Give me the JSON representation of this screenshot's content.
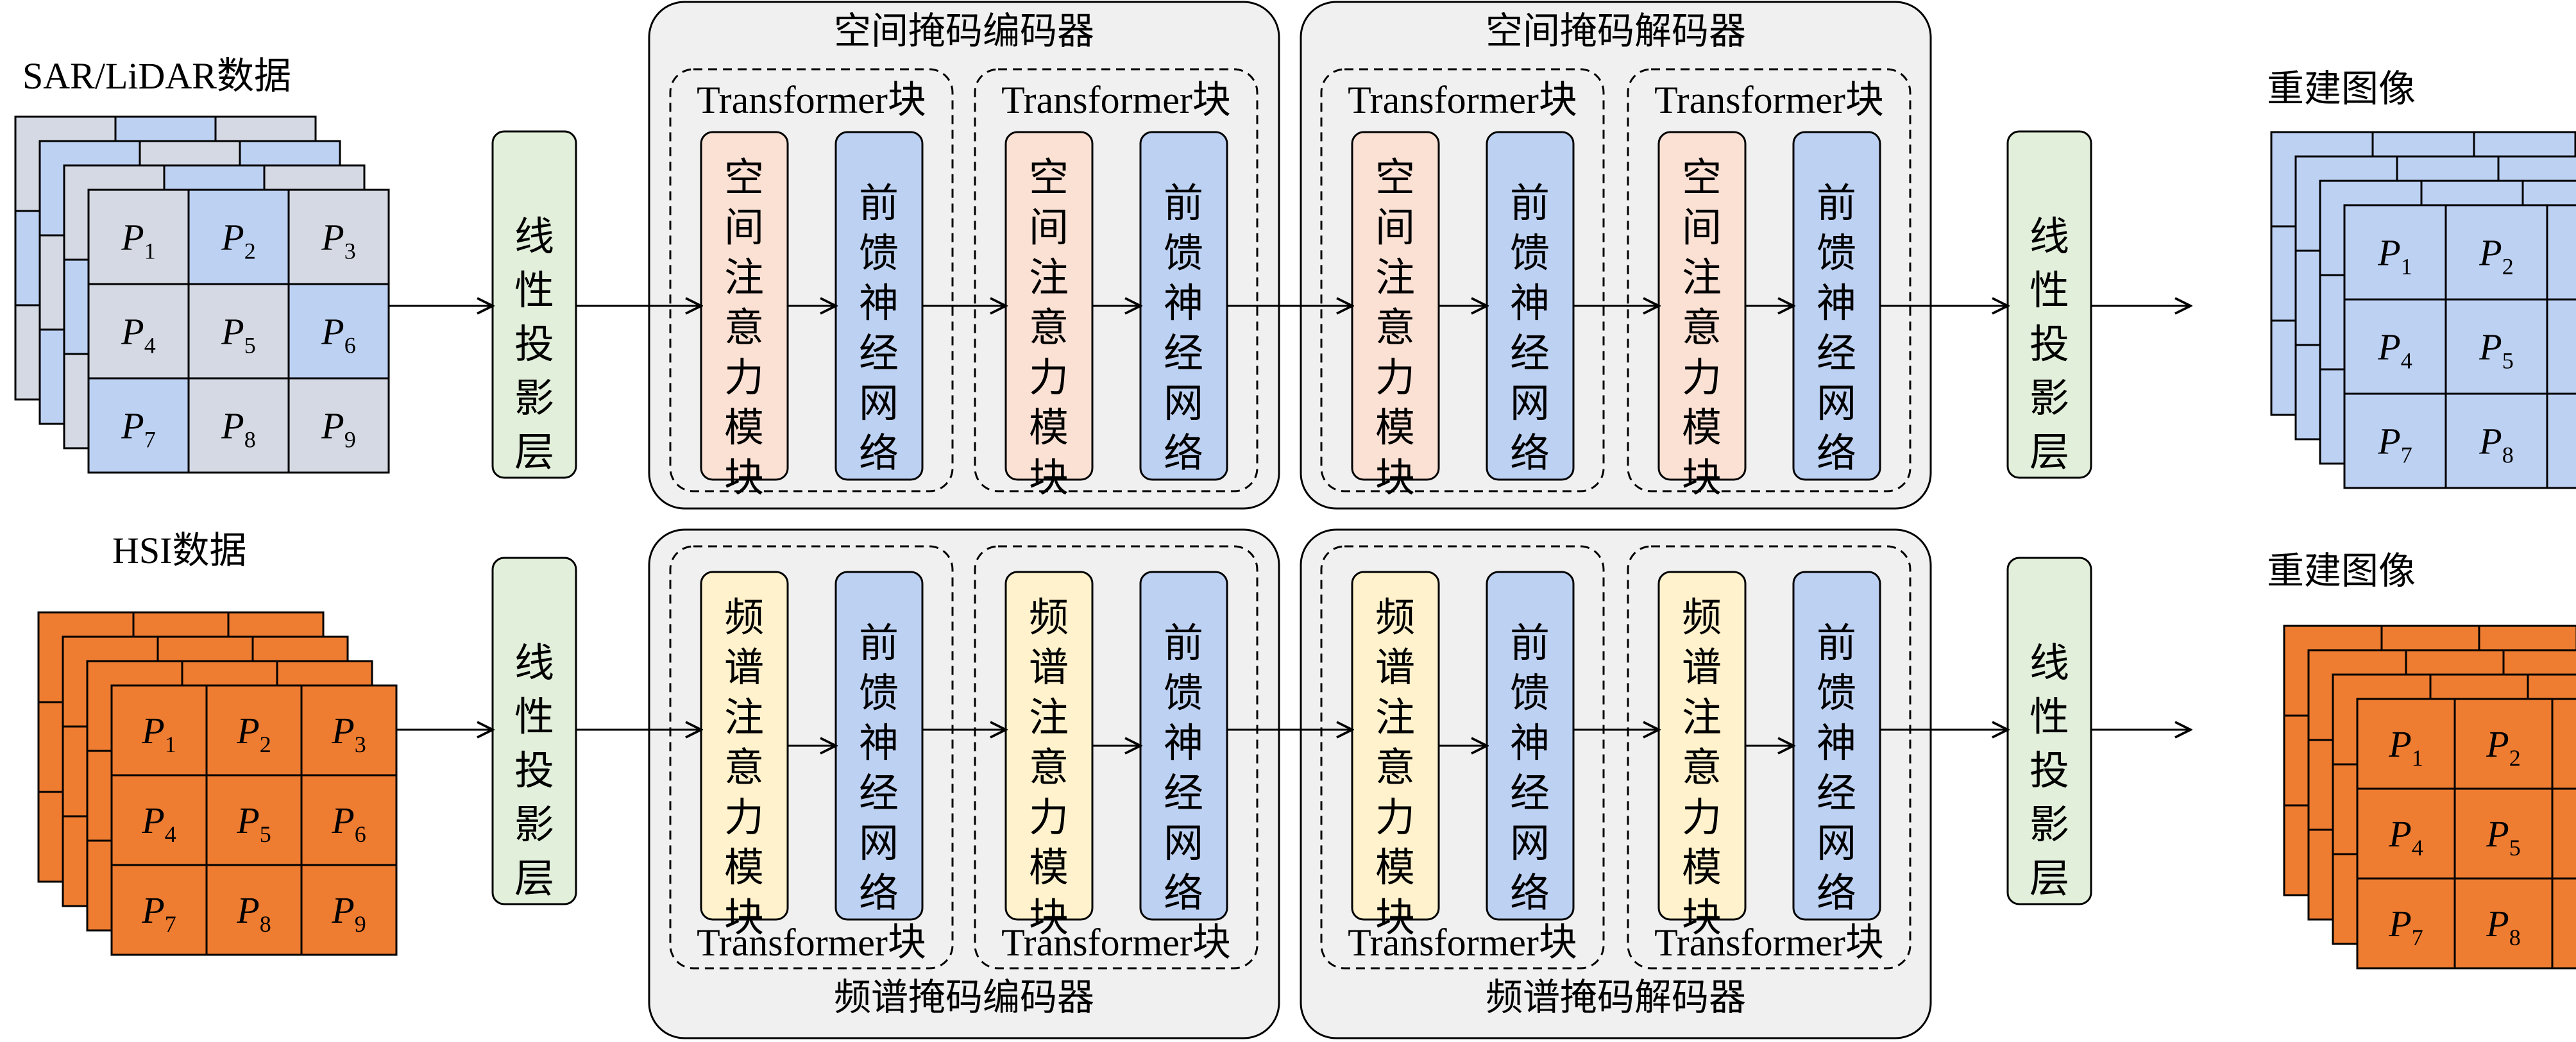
{
  "inputs": {
    "top": {
      "label": "SAR/LiDAR数据"
    },
    "bottom": {
      "label": "HSI数据"
    }
  },
  "outputs": {
    "top": {
      "label": "重建图像"
    },
    "bottom": {
      "label": "重建图像"
    }
  },
  "patch_symbol": "P",
  "patch_indices": [
    "1",
    "2",
    "3",
    "4",
    "5",
    "6",
    "7",
    "8",
    "9"
  ],
  "top_input_blue_patches": [
    "2",
    "6",
    "7"
  ],
  "linear_projection_label": "线性投影层",
  "transformer_block_label": "Transformer块",
  "spatial_attention_label": "空间注意力模块",
  "spectral_attention_label": "频谱注意力模块",
  "ffn_label": "前馈神经网络",
  "top_stream": {
    "encoder_title": "空间掩码编码器",
    "decoder_title": "空间掩码解码器"
  },
  "bottom_stream": {
    "encoder_title": "频谱掩码编码器",
    "decoder_title": "频谱掩码解码器"
  },
  "colors": {
    "sar_gray": "#d5d9e3",
    "sar_blue": "#bdd1f3",
    "hsi_orange": "#ee7c31",
    "recon_blue": "#bdd1f3",
    "linear_green": "#e2efda",
    "spatial_peach": "#fbe1d4",
    "spectral_yellow": "#fff2cc",
    "ffn_blue": "#bdd1f3",
    "group_bg": "#f0f0f0"
  }
}
